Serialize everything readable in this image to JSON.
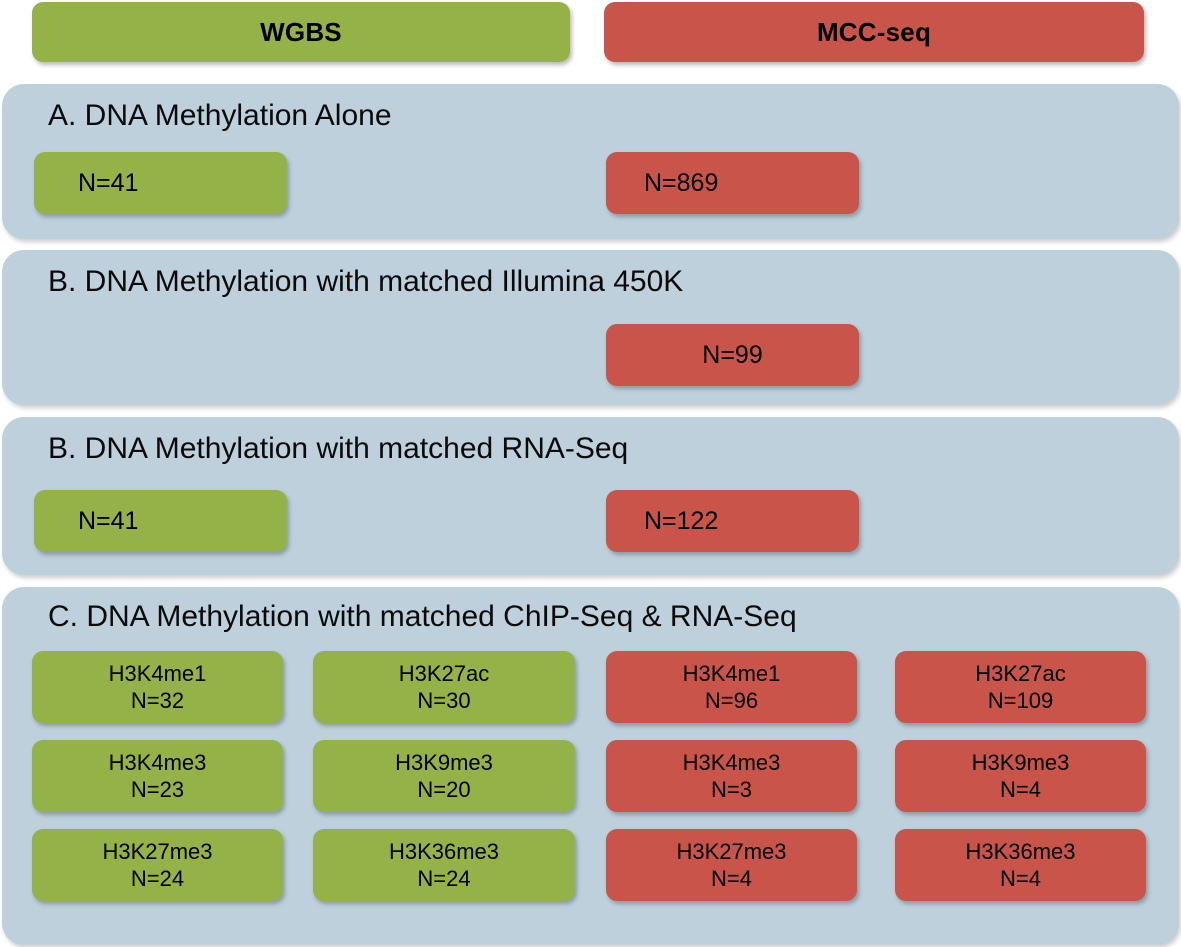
{
  "colors": {
    "wgbs_green": "#95b248",
    "mccseq_red": "#c8544a",
    "panel_background": "#bdd0dc",
    "text": "#000000"
  },
  "header": {
    "platforms": [
      {
        "label": "WGBS",
        "color": "#95b248"
      },
      {
        "label": "MCC-seq",
        "color": "#c8544a"
      }
    ]
  },
  "panels": [
    {
      "id": "a",
      "title": "A. DNA Methylation Alone",
      "boxes": [
        {
          "platform": "WGBS",
          "label": "N=41",
          "count": 41,
          "color": "#95b248"
        },
        {
          "platform": "MCC-seq",
          "label": "N=869",
          "count": 869,
          "color": "#c8544a"
        }
      ]
    },
    {
      "id": "b450",
      "title": "B. DNA Methylation with matched Illumina 450K",
      "boxes": [
        {
          "platform": "MCC-seq",
          "label": "N=99",
          "count": 99,
          "color": "#c8544a"
        }
      ]
    },
    {
      "id": "brna",
      "title": "B. DNA Methylation with matched RNA-Seq",
      "boxes": [
        {
          "platform": "WGBS",
          "label": "N=41",
          "count": 41,
          "color": "#95b248"
        },
        {
          "platform": "MCC-seq",
          "label": "N=122",
          "count": 122,
          "color": "#c8544a"
        }
      ]
    },
    {
      "id": "c",
      "title": "C. DNA Methylation with matched ChIP-Seq & RNA-Seq",
      "marks": [
        {
          "platform": "WGBS",
          "name": "H3K4me1",
          "label": "N=32",
          "count": 32,
          "color": "#95b248",
          "row": 0,
          "col": 0
        },
        {
          "platform": "WGBS",
          "name": "H3K27ac",
          "label": "N=30",
          "count": 30,
          "color": "#95b248",
          "row": 0,
          "col": 1
        },
        {
          "platform": "MCC-seq",
          "name": "H3K4me1",
          "label": "N=96",
          "count": 96,
          "color": "#c8544a",
          "row": 0,
          "col": 2
        },
        {
          "platform": "MCC-seq",
          "name": "H3K27ac",
          "label": "N=109",
          "count": 109,
          "color": "#c8544a",
          "row": 0,
          "col": 3
        },
        {
          "platform": "WGBS",
          "name": "H3K4me3",
          "label": "N=23",
          "count": 23,
          "color": "#95b248",
          "row": 1,
          "col": 0
        },
        {
          "platform": "WGBS",
          "name": "H3K9me3",
          "label": "N=20",
          "count": 20,
          "color": "#95b248",
          "row": 1,
          "col": 1
        },
        {
          "platform": "MCC-seq",
          "name": "H3K4me3",
          "label": "N=3",
          "count": 3,
          "color": "#c8544a",
          "row": 1,
          "col": 2
        },
        {
          "platform": "MCC-seq",
          "name": "H3K9me3",
          "label": "N=4",
          "count": 4,
          "color": "#c8544a",
          "row": 1,
          "col": 3
        },
        {
          "platform": "WGBS",
          "name": "H3K27me3",
          "label": "N=24",
          "count": 24,
          "color": "#95b248",
          "row": 2,
          "col": 0
        },
        {
          "platform": "WGBS",
          "name": "H3K36me3",
          "label": "N=24",
          "count": 24,
          "color": "#95b248",
          "row": 2,
          "col": 1
        },
        {
          "platform": "MCC-seq",
          "name": "H3K27me3",
          "label": "N=4",
          "count": 4,
          "color": "#c8544a",
          "row": 2,
          "col": 2
        },
        {
          "platform": "MCC-seq",
          "name": "H3K36me3",
          "label": "N=4",
          "count": 4,
          "color": "#c8544a",
          "row": 2,
          "col": 3
        }
      ]
    }
  ]
}
